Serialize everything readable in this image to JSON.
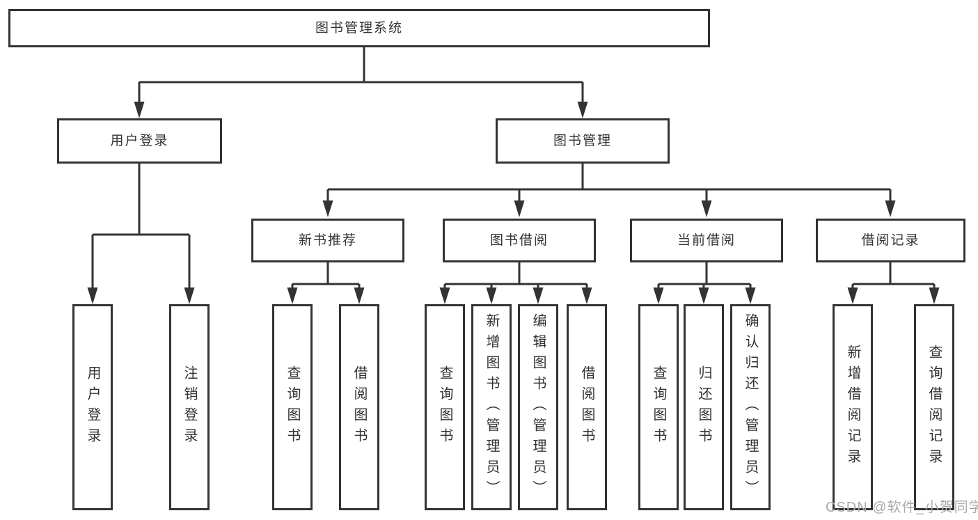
{
  "diagram_title": "图书管理系统",
  "tree": {
    "root": {
      "label": "图书管理系统"
    },
    "branches": [
      {
        "label": "用户登录",
        "children": [
          {
            "label": "用户登录"
          },
          {
            "label": "注销登录"
          }
        ]
      },
      {
        "label": "图书管理",
        "children": [
          {
            "label": "新书推荐",
            "children": [
              {
                "label": "查询图书"
              },
              {
                "label": "借阅图书"
              }
            ]
          },
          {
            "label": "图书借阅",
            "children": [
              {
                "label": "查询图书"
              },
              {
                "label": "新增图书（管理员）"
              },
              {
                "label": "编辑图书（管理员）"
              },
              {
                "label": "借阅图书"
              }
            ]
          },
          {
            "label": "当前借阅",
            "children": [
              {
                "label": "查询图书"
              },
              {
                "label": "归还图书"
              },
              {
                "label": "确认归还（管理员）"
              }
            ]
          },
          {
            "label": "借阅记录",
            "children": [
              {
                "label": "新增借阅记录"
              },
              {
                "label": "查询借阅记录"
              }
            ]
          }
        ]
      }
    ]
  },
  "watermark": {
    "text": "CSDN @软件_小贺同学"
  },
  "colors": {
    "background": "#ffffff",
    "line": "#333333",
    "box_border": "#333333",
    "text": "#333333",
    "watermark": "#aaaaaa"
  }
}
